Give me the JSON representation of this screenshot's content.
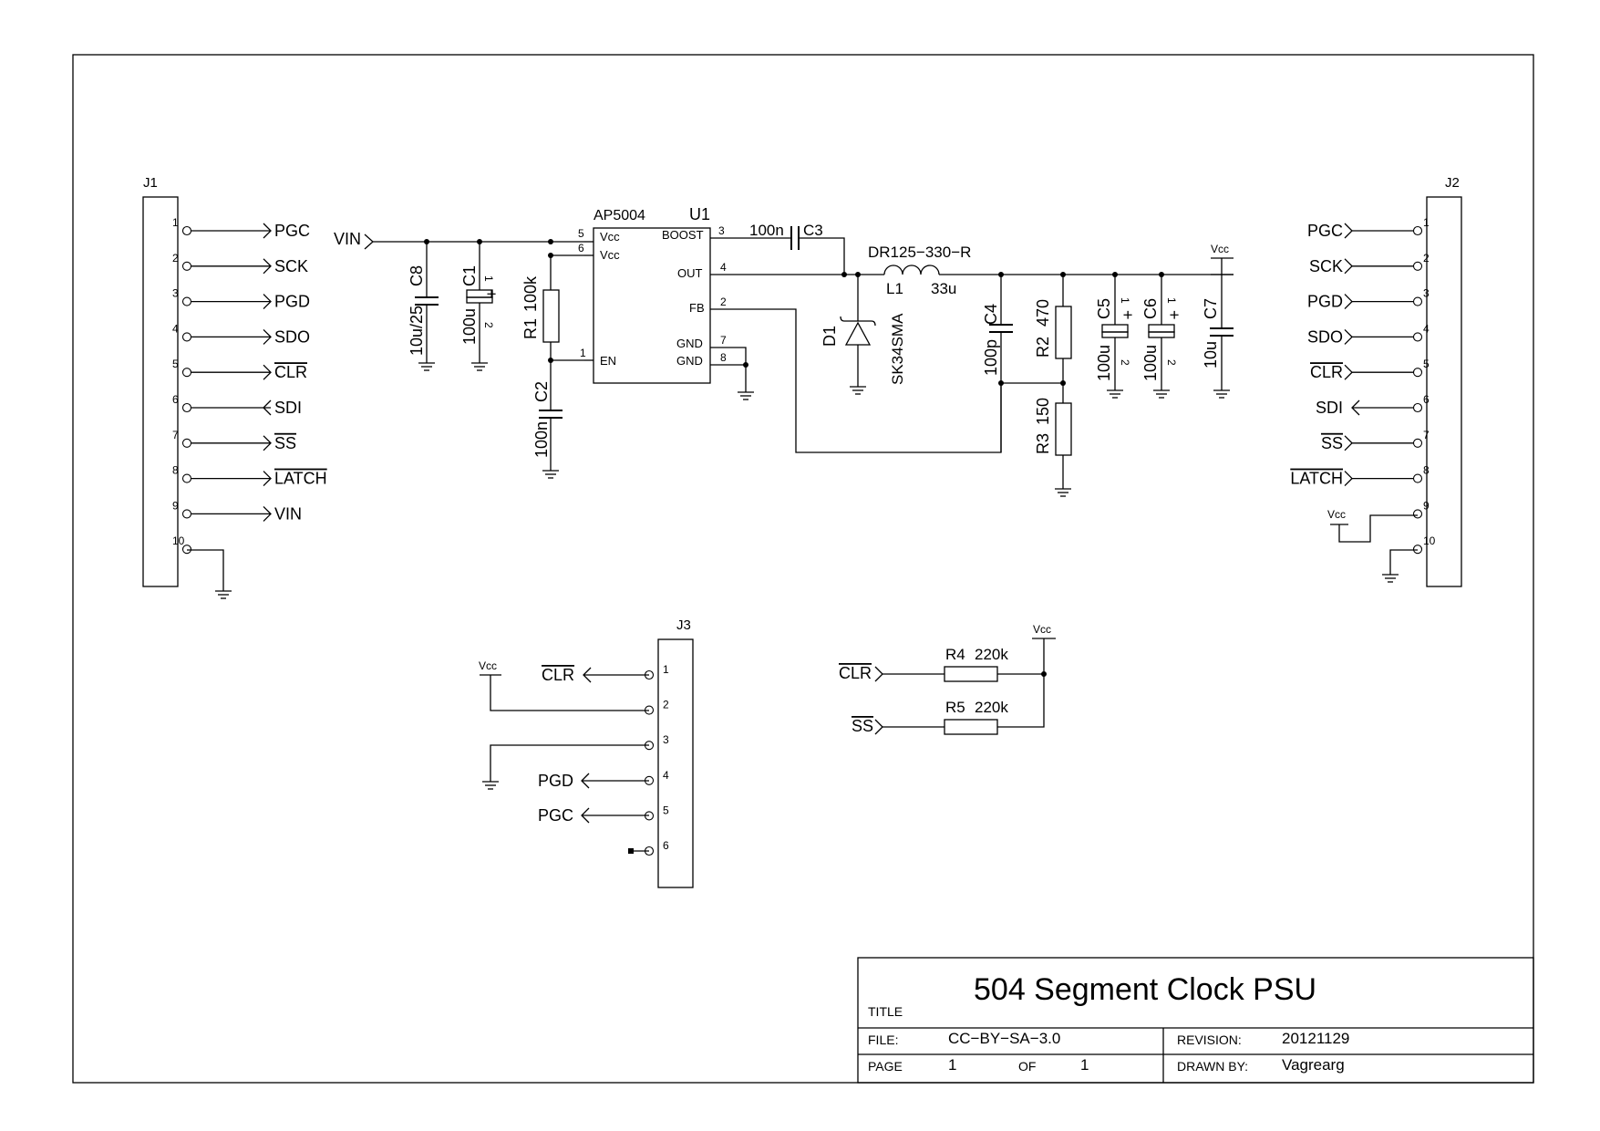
{
  "title_block": {
    "title": "504 Segment Clock PSU",
    "title_label": "TITLE",
    "file_label": "FILE:",
    "file": "CC−BY−SA−3.0",
    "page_label": "PAGE",
    "page": "1",
    "of_label": "OF",
    "of": "1",
    "revision_label": "REVISION:",
    "revision": "20121129",
    "drawn_by_label": "DRAWN BY:",
    "drawn_by": "Vagrearg"
  },
  "connectors": {
    "j1": {
      "ref": "J1",
      "pins": [
        {
          "num": "1",
          "net": "PGC"
        },
        {
          "num": "2",
          "net": "SCK"
        },
        {
          "num": "3",
          "net": "PGD"
        },
        {
          "num": "4",
          "net": "SDO"
        },
        {
          "num": "5",
          "net": "CLR"
        },
        {
          "num": "6",
          "net": "SDI"
        },
        {
          "num": "7",
          "net": "SS"
        },
        {
          "num": "8",
          "net": "LATCH"
        },
        {
          "num": "9",
          "net": "VIN"
        },
        {
          "num": "10",
          "net": ""
        }
      ]
    },
    "j2": {
      "ref": "J2",
      "pins": [
        {
          "num": "1",
          "net": "PGC"
        },
        {
          "num": "2",
          "net": "SCK"
        },
        {
          "num": "3",
          "net": "PGD"
        },
        {
          "num": "4",
          "net": "SDO"
        },
        {
          "num": "5",
          "net": "CLR"
        },
        {
          "num": "6",
          "net": "SDI"
        },
        {
          "num": "7",
          "net": "SS"
        },
        {
          "num": "8",
          "net": "LATCH"
        },
        {
          "num": "9",
          "net": ""
        },
        {
          "num": "10",
          "net": ""
        }
      ]
    },
    "j3": {
      "ref": "J3",
      "pins": [
        {
          "num": "1",
          "net": "CLR"
        },
        {
          "num": "2",
          "net": ""
        },
        {
          "num": "3",
          "net": ""
        },
        {
          "num": "4",
          "net": "PGD"
        },
        {
          "num": "5",
          "net": "PGC"
        },
        {
          "num": "6",
          "net": ""
        }
      ]
    }
  },
  "regulator": {
    "ref": "U1",
    "part": "AP5004",
    "pins": {
      "vcc5": {
        "num": "5",
        "name": "Vcc"
      },
      "vcc6": {
        "num": "6",
        "name": "Vcc"
      },
      "en": {
        "num": "1",
        "name": "EN"
      },
      "boost": {
        "num": "3",
        "name": "BOOST"
      },
      "out": {
        "num": "4",
        "name": "OUT"
      },
      "fb": {
        "num": "2",
        "name": "FB"
      },
      "gnd7": {
        "num": "7",
        "name": "GND"
      },
      "gnd8": {
        "num": "8",
        "name": "GND"
      }
    }
  },
  "components": {
    "c8": {
      "ref": "C8",
      "value": "10u/25"
    },
    "c1": {
      "ref": "C1",
      "value": "100u",
      "pin1": "1",
      "pin2": "2",
      "plus": "+"
    },
    "r1": {
      "ref": "R1",
      "value": "100k"
    },
    "c2": {
      "ref": "C2",
      "value": "100n"
    },
    "c3": {
      "ref": "C3",
      "value": "100n"
    },
    "l1": {
      "ref": "L1",
      "value": "33u",
      "part": "DR125−330−R"
    },
    "d1": {
      "ref": "D1",
      "value": "SK34SMA"
    },
    "c4": {
      "ref": "C4",
      "value": "100p"
    },
    "r2": {
      "ref": "R2",
      "value": "470"
    },
    "r3": {
      "ref": "R3",
      "value": "150"
    },
    "c5": {
      "ref": "C5",
      "value": "100u",
      "pin1": "1",
      "pin2": "2",
      "plus": "+"
    },
    "c6": {
      "ref": "C6",
      "value": "100u",
      "pin1": "1",
      "pin2": "2",
      "plus": "+"
    },
    "c7": {
      "ref": "C7",
      "value": "10u"
    },
    "r4": {
      "ref": "R4",
      "value": "220k"
    },
    "r5": {
      "ref": "R5",
      "value": "220k"
    }
  },
  "nets": {
    "vin": "VIN",
    "vcc": "Vcc",
    "clr": "CLR",
    "ss": "SS"
  }
}
